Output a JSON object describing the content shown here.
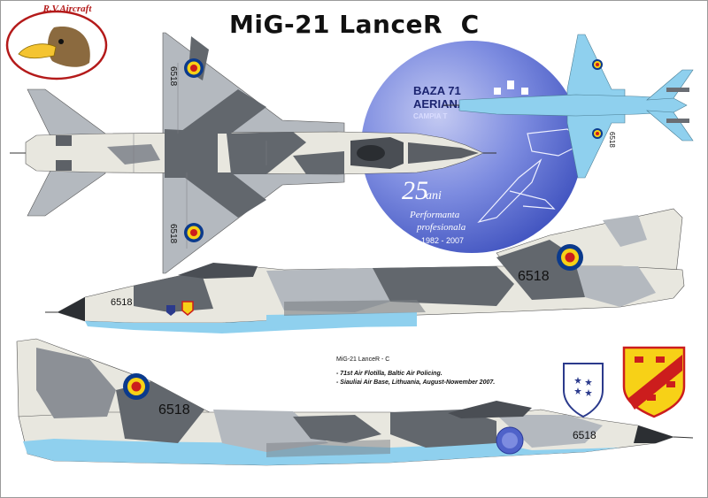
{
  "sheet": {
    "title": "MiG-21 LanceR  C",
    "maker_logo_text": "R.V.Aircraft"
  },
  "emblem": {
    "line1": "BAZA  71",
    "line2": "AERIANA",
    "line3": "CAMPIA T",
    "anniversary_number": "25",
    "anniversary_word": "ani",
    "motto1": "Performanta",
    "motto2": "profesionala",
    "years": "1982 - 2007"
  },
  "serials": {
    "top_wing_fwd": "6518",
    "top_wing_aft": "6518",
    "bottom_wing": "6518",
    "side1_nose": "6518",
    "side1_tail": "6518",
    "side2_tail": "6518",
    "side2_nose": "6518"
  },
  "notes": {
    "heading": "MiG-21 LanceR - C",
    "line1": "- 71st Air Flotilla, Baltic Air Policing.",
    "line2": "- Siauliai Air Base, Lithuania, August-Nowember 2007."
  },
  "colors": {
    "light_blue": "#8fd0ee",
    "grey": "#b4b9bf",
    "dark_grey": "#62676d",
    "off_white": "#e8e7df",
    "emblem_blue": "#4f62c9",
    "roundel_blue": "#0b3a8c",
    "roundel_yellow": "#f7d117",
    "roundel_red": "#cc1d1d"
  }
}
